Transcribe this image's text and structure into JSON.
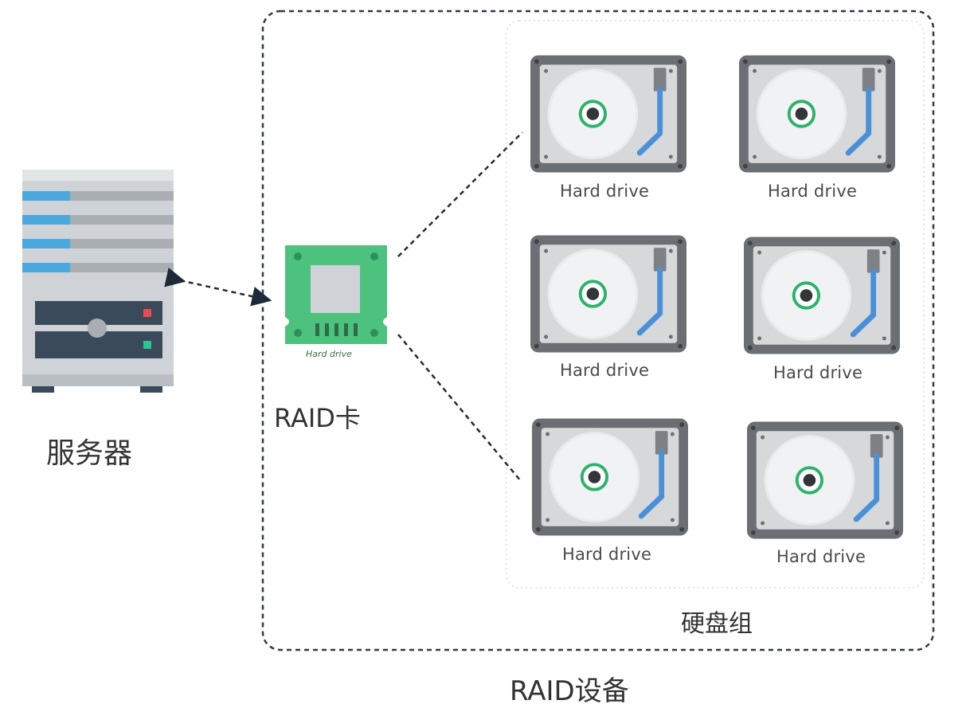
{
  "labels": {
    "server": "服务器",
    "raid_card": "RAID卡",
    "chip_caption": "Hard drive",
    "disk_group": "硬盘组",
    "raid_device": "RAID设备"
  },
  "drives": [
    {
      "label": "Hard drive"
    },
    {
      "label": "Hard drive"
    },
    {
      "label": "Hard drive"
    },
    {
      "label": "Hard drive"
    },
    {
      "label": "Hard drive"
    },
    {
      "label": "Hard drive"
    }
  ],
  "icons": {
    "server": "server-icon",
    "raid_card": "raid-card-icon",
    "drive": "hard-drive-icon"
  },
  "colors": {
    "dashed_border": "#2f3a4a",
    "drive_frame": "#6b6f73",
    "drive_arm": "#4a90d9",
    "platter_center": "#2bb36b",
    "raid_card": "#4cc27e",
    "server_stripe": "#4aa8df"
  }
}
